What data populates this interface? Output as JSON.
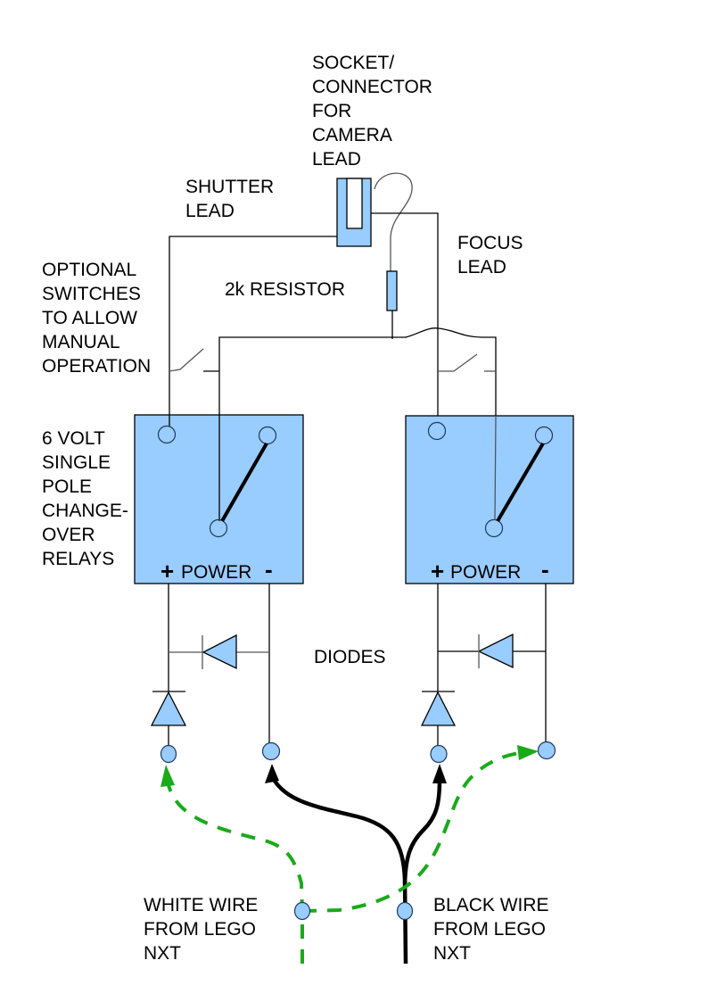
{
  "diagram": {
    "labels": {
      "socket": [
        "SOCKET/",
        "CONNECTOR",
        "FOR",
        "CAMERA",
        "LEAD"
      ],
      "shutter": [
        "SHUTTER",
        "LEAD"
      ],
      "focus": [
        "FOCUS",
        "LEAD"
      ],
      "resistor": "2k RESISTOR",
      "switches": [
        "OPTIONAL",
        "SWITCHES",
        "TO ALLOW",
        "MANUAL",
        "OPERATION"
      ],
      "relays": [
        "6 VOLT",
        "SINGLE",
        "POLE",
        "CHANGE-",
        "OVER",
        "RELAYS"
      ],
      "diodes": "DIODES",
      "white_wire": [
        "WHITE WIRE",
        "FROM LEGO",
        "NXT"
      ],
      "black_wire": [
        "BLACK WIRE",
        "FROM LEGO",
        "NXT"
      ]
    },
    "relay_left": {
      "plus": "+",
      "power": "POWER",
      "minus": "-"
    },
    "relay_right": {
      "plus": "+",
      "power": "POWER",
      "minus": "-"
    },
    "colors": {
      "component_fill": "#99ccff",
      "white_wire": "#1aaa1a",
      "black_wire": "#000000"
    }
  }
}
